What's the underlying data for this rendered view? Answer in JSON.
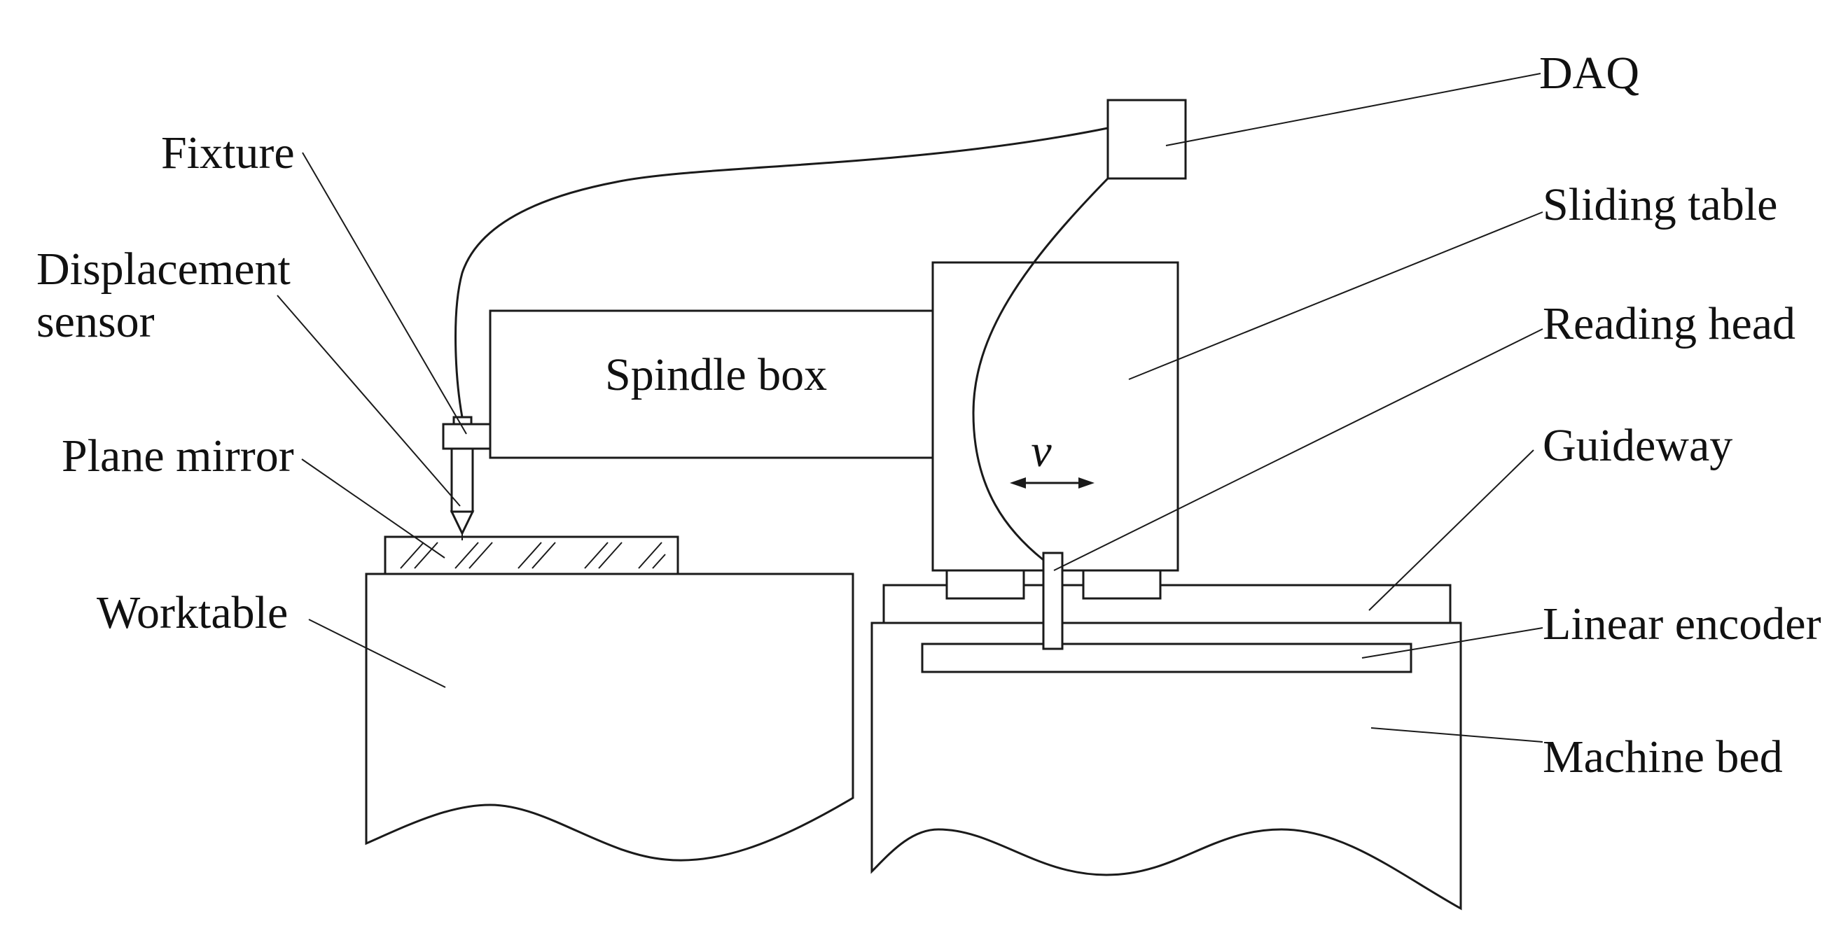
{
  "labels": {
    "daq": "DAQ",
    "fixture": "Fixture",
    "displacement_sensor_line1": "Displacement",
    "displacement_sensor_line2": "sensor",
    "plane_mirror": "Plane mirror",
    "worktable": "Worktable",
    "spindle_box": "Spindle box",
    "sliding_table": "Sliding table",
    "reading_head": "Reading head",
    "guideway": "Guideway",
    "linear_encoder": "Linear encoder",
    "machine_bed": "Machine bed",
    "velocity": "v"
  }
}
